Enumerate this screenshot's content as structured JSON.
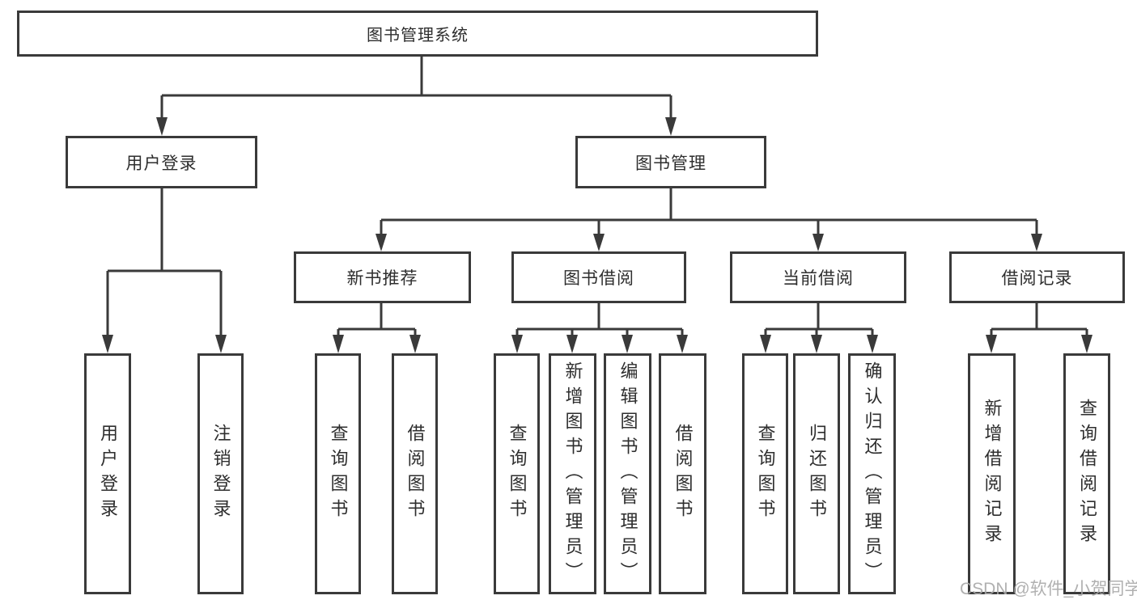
{
  "title": "图书管理系统",
  "nodes": {
    "root": "图书管理系统",
    "user_login": "用户登录",
    "book_mgmt": "图书管理",
    "new_book_rec": "新书推荐",
    "book_borrow": "图书借阅",
    "current_borrow": "当前借阅",
    "borrow_records": "借阅记录",
    "leaf_user_login": "用户登录",
    "leaf_logout": "注销登录",
    "leaf_nb_query": "查询图书",
    "leaf_nb_borrow": "借阅图书",
    "leaf_bb_query": "查询图书",
    "leaf_bb_add": "新增图书（管理员）",
    "leaf_bb_edit": "编辑图书（管理员）",
    "leaf_bb_borrow": "借阅图书",
    "leaf_cb_query": "查询图书",
    "leaf_cb_return": "归还图书",
    "leaf_cb_confirm": "确认归还（管理员）",
    "leaf_br_add": "新增借阅记录",
    "leaf_br_query": "查询借阅记录"
  },
  "hierarchy": {
    "图书管理系统": {
      "用户登录": [
        "用户登录",
        "注销登录"
      ],
      "图书管理": {
        "新书推荐": [
          "查询图书",
          "借阅图书"
        ],
        "图书借阅": [
          "查询图书",
          "新增图书（管理员）",
          "编辑图书（管理员）",
          "借阅图书"
        ],
        "当前借阅": [
          "查询图书",
          "归还图书",
          "确认归还（管理员）"
        ],
        "借阅记录": [
          "新增借阅记录",
          "查询借阅记录"
        ]
      }
    }
  },
  "watermark": "CSDN @软件_小贺同学",
  "colors": {
    "line": "#3a3a3a",
    "text": "#2e2e2e",
    "watermark": "#a8a8a8",
    "background": "#ffffff"
  }
}
